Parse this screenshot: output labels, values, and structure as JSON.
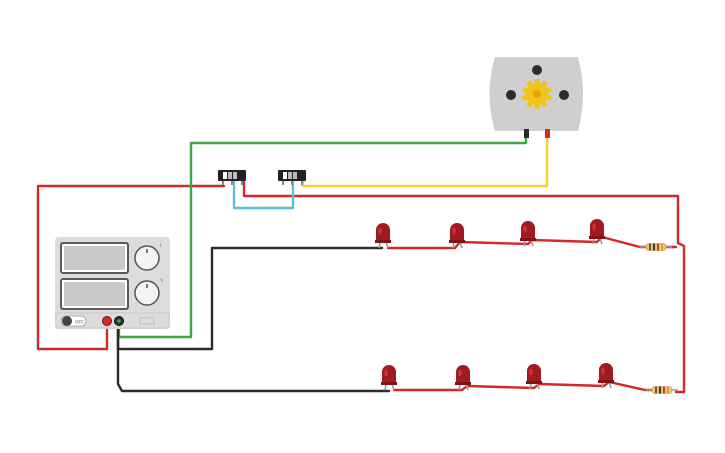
{
  "colors": {
    "background": "#ffffff",
    "wire_red": "#d62828",
    "wire_black": "#2b2b2b",
    "wire_green": "#3aa843",
    "wire_yellow": "#f2d22e",
    "wire_cyan": "#5bc3cf",
    "led": "#a11a22",
    "led_highlight": "#c8323a",
    "led_leg": "#9a9a9a",
    "psu_body": "#dcdcdc",
    "psu_display": "#c9c9c9",
    "motor_body": "#cfcfcf",
    "motor_gear": "#f2c31b",
    "switch_body": "#222222"
  },
  "power_supply": {
    "off_label": "OFF",
    "knob_top_label": "I",
    "knob_bottom_label": "V",
    "terminal_positive": "positive",
    "terminal_negative": "negative"
  },
  "motor": {
    "icon": "gear-icon"
  },
  "switches": {
    "count": 2,
    "icon": "slide-switch-icon"
  },
  "leds": {
    "top_row": 4,
    "bottom_row": 4,
    "icon": "led-icon"
  },
  "resistors": {
    "count": 2,
    "icon": "resistor-icon"
  }
}
